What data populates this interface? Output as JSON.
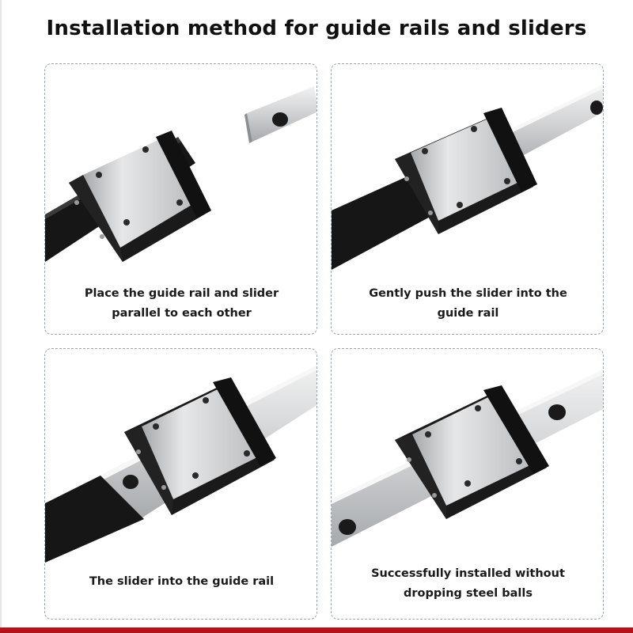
{
  "title": "Installation method for guide rails and sliders",
  "panels": [
    {
      "caption": "Place the guide rail and slider\nparallel to each other"
    },
    {
      "caption": "Gently push the slider into the\nguide rail"
    },
    {
      "caption": "The slider into the guide rail"
    },
    {
      "caption": "Successfully installed without\ndropping steel balls"
    }
  ],
  "colors": {
    "accent_bar": "#b3141c",
    "panel_border": "#9aa6b8",
    "rail_black": "#151515",
    "steel": "#d2d4d6"
  }
}
